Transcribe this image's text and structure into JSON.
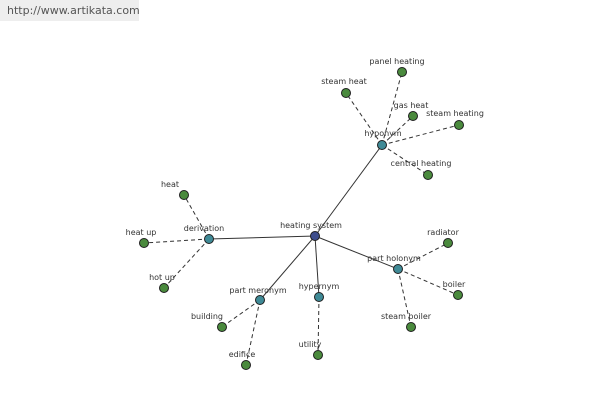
{
  "site": {
    "url": "http://www.artikata.com"
  },
  "colors": {
    "root": "#3d4d8c",
    "relation": "#3f8a96",
    "word": "#4a8a3d",
    "edge": "#333333"
  },
  "graph": {
    "root": {
      "id": "heating-system",
      "label": "heating system"
    },
    "relations": [
      {
        "id": "hyponym",
        "label": "hyponym",
        "words": [
          {
            "id": "steam-heat",
            "label": "steam heat"
          },
          {
            "id": "panel-heating",
            "label": "panel heating"
          },
          {
            "id": "gas-heat",
            "label": "gas heat"
          },
          {
            "id": "steam-heating",
            "label": "steam heating"
          },
          {
            "id": "central-heating",
            "label": "central heating"
          }
        ]
      },
      {
        "id": "derivation",
        "label": "derivation",
        "words": [
          {
            "id": "heat",
            "label": "heat"
          },
          {
            "id": "heat-up",
            "label": "heat up"
          },
          {
            "id": "hot-up",
            "label": "hot up"
          }
        ]
      },
      {
        "id": "part-holonym",
        "label": "part holonym",
        "words": [
          {
            "id": "radiator",
            "label": "radiator"
          },
          {
            "id": "boiler",
            "label": "boiler"
          },
          {
            "id": "steam-boiler",
            "label": "steam boiler"
          }
        ]
      },
      {
        "id": "part-meronym",
        "label": "part meronym",
        "words": [
          {
            "id": "building",
            "label": "building"
          },
          {
            "id": "edifice",
            "label": "edifice"
          }
        ]
      },
      {
        "id": "hypernym",
        "label": "hypernym",
        "words": [
          {
            "id": "utility",
            "label": "utility"
          }
        ]
      }
    ]
  }
}
